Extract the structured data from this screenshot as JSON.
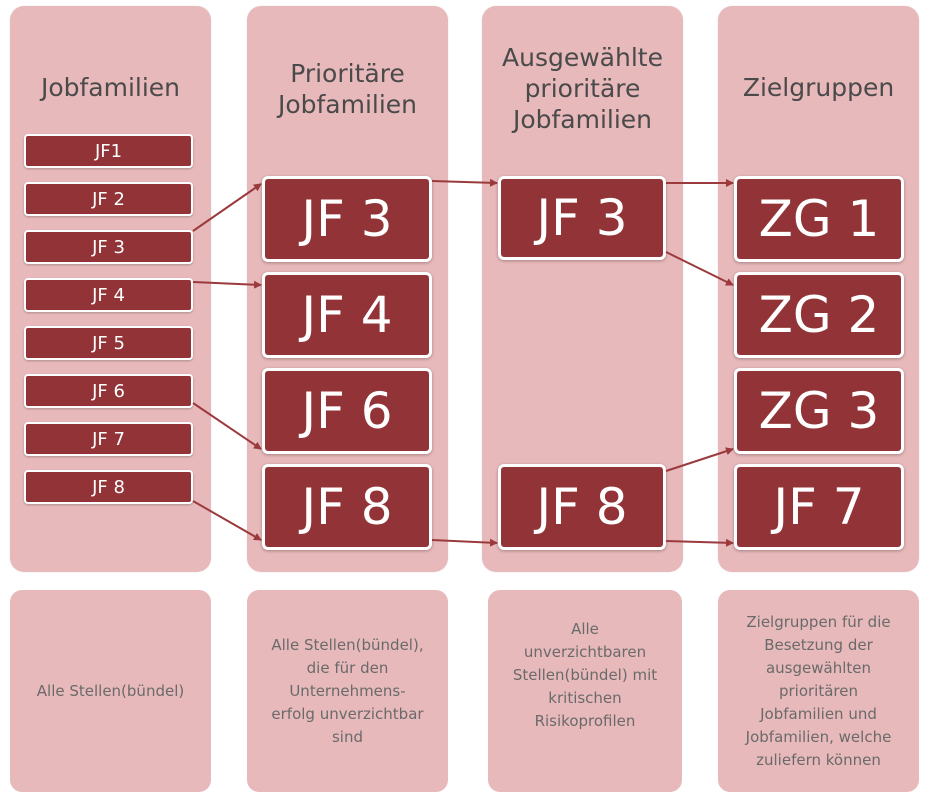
{
  "columns": [
    {
      "title": "Jobfamilien"
    },
    {
      "title_lines": [
        "Prioritäre",
        "Jobfamilien"
      ]
    },
    {
      "title_lines": [
        "Ausgewählte",
        "prioritäre",
        "Jobfamilien"
      ]
    },
    {
      "title": "Zielgruppen"
    }
  ],
  "jobfamilies": [
    "JF1",
    "JF 2",
    "JF 3",
    "JF 4",
    "JF 5",
    "JF 6",
    "JF 7",
    "JF 8"
  ],
  "priority": [
    "JF 3",
    "JF 4",
    "JF 6",
    "JF 8"
  ],
  "selected": [
    "JF 3",
    "JF 8"
  ],
  "targets": [
    "ZG 1",
    "ZG 2",
    "ZG 3",
    "JF 7"
  ],
  "footers": [
    [
      "Alle Stellen(bündel)"
    ],
    [
      "Alle Stellen(bündel),",
      "die für den",
      "Unternehmens-",
      "erfolg unverzichtbar",
      "sind"
    ],
    [
      "Alle",
      "unverzichtbaren",
      "Stellen(bündel) mit",
      "kritischen",
      "Risikoprofilen"
    ],
    [
      "Zielgruppen für die",
      "Besetzung der",
      "ausgewählten",
      "prioritären",
      "Jobfamilien und",
      "Jobfamilien, welche",
      "zuliefern können"
    ]
  ],
  "colors": {
    "box": "#923437",
    "column": "#e8b9bb",
    "arrow": "#9b3a3d"
  }
}
